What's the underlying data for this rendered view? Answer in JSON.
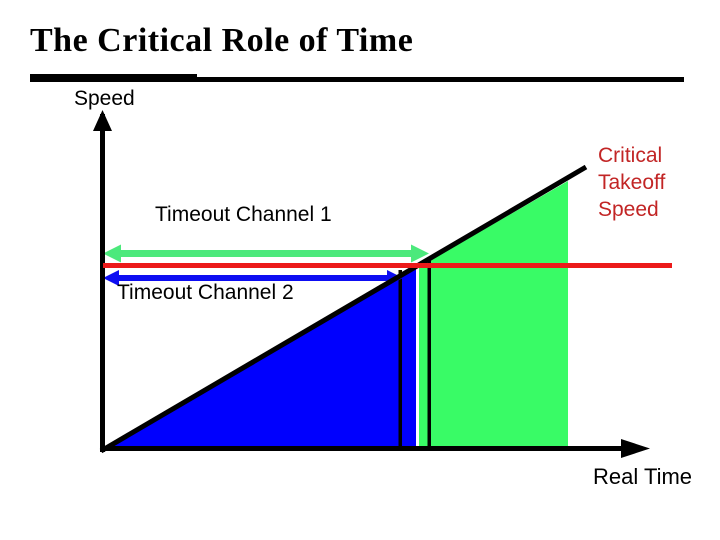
{
  "slide": {
    "title": "The Critical Role of Time",
    "labels": {
      "y_axis": "Speed",
      "x_axis": "Real Time",
      "timeout_channel_1": "Timeout Channel 1",
      "timeout_channel_2": "Timeout Channel 2",
      "critical_takeoff_speed": "Critical Takeoff Speed"
    },
    "colors": {
      "title_text": "#000000",
      "label_text": "#000000",
      "critical_label_text": "#c22525",
      "axis": "#000000",
      "diagonal_line": "#000000",
      "marker_lines": "#000000",
      "blue_region": "#0000fe",
      "green_region": "#39fb66",
      "red_line": "#ec1a1a",
      "green_arrow": "#4ce97c",
      "blue_arrow": "#0d0df2"
    }
  }
}
